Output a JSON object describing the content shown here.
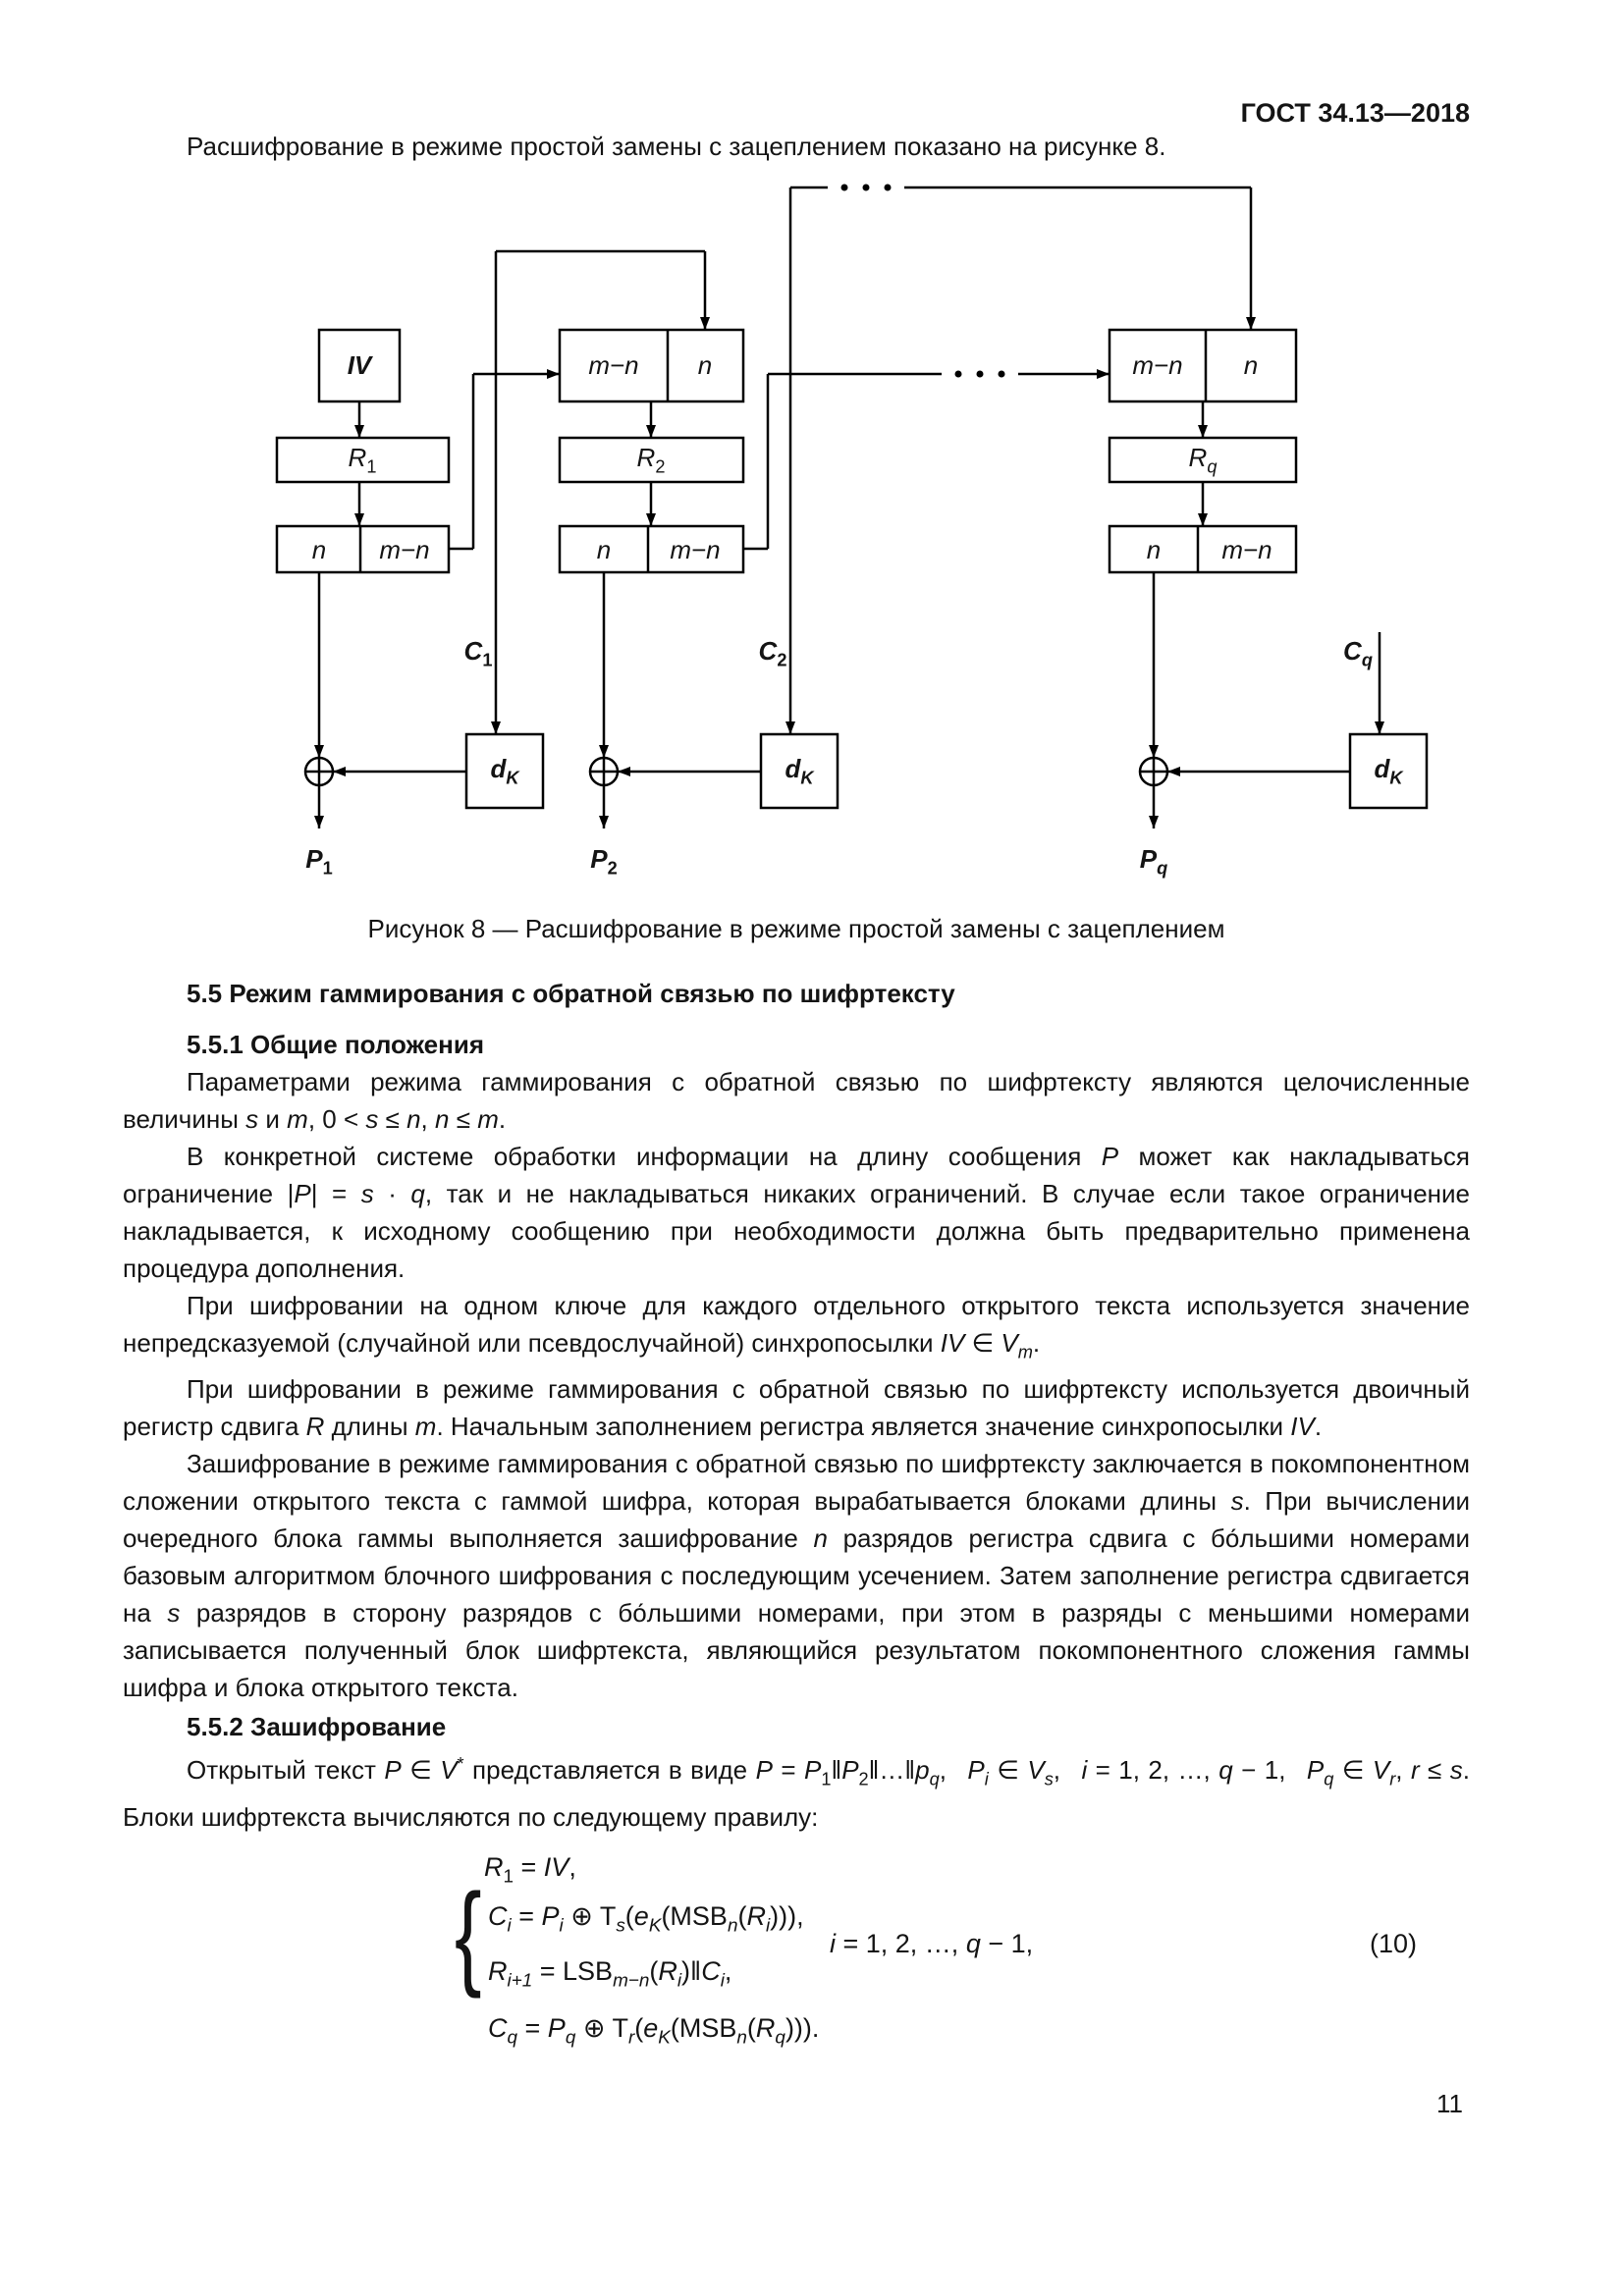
{
  "page": {
    "header": "ГОСТ 34.13—2018",
    "number": "11"
  },
  "intro": "Расшифрование в режиме простой замены с зацеплением показано на рисунке 8.",
  "figure": {
    "caption": "Рисунок 8 — Расшифрование в режиме простой замены с зацеплением",
    "labels": {
      "iv": "*IV*",
      "r1": "*R*~1~",
      "r2": "*R*~2~",
      "rq": "*R*_q_",
      "n": "*n*",
      "mn": "*m−n*",
      "c1": "*C*~1~",
      "c2": "*C*~2~",
      "cq": "*C*_q_",
      "dk": "*d*_K_",
      "p1": "*P*~1~",
      "p2": "*P*~2~",
      "pq": "*P*_q_"
    }
  },
  "sections": {
    "h55": "5.5 Режим гаммирования с обратной связью по шифртексту",
    "h551": "5.5.1 Общие положения",
    "h552": "5.5.2 Зашифрование"
  },
  "paragraphs": {
    "p1": "Параметрами режима гаммирования с обратной связью по шифртексту являются целочисленные величины *s* и *m*, 0 < *s* ≤ *n*, *n* ≤ *m*.",
    "p2": "В конкретной системе обработки информации на длину сообщения *P* может как накладываться ограничение |*P*| = *s* · *q*,  так и не накладываться никаких ограничений. В случае если такое ограничение накладывается, к исходному сообщению при необходимости должна быть предварительно применена процедура дополнения.",
    "p3": "При шифровании на одном ключе для каждого отдельного открытого текста используется значение непредсказуемой (случайной или псевдослучайной) синхропосылки *IV* ∈ *V*_m_.",
    "p4": "При шифровании в режиме гаммирования с обратной связью по шифртексту используется двоичный регистр сдвига *R* длины *m*. Начальным заполнением регистра является значение синхропосылки *IV*.",
    "p5": "Зашифрование в режиме гаммирования с обратной связью по шифртексту заключается в покомпонентном сложении открытого текста с гаммой шифра, которая вырабатывается блоками длины *s*. При вычислении очередного блока гаммы выполняется зашифрование *n* разрядов регистра сдвига с бо́льшими номерами базовым алгоритмом блочного шифрования с последующим усечением. Затем заполнение регистра сдвигается на *s* разрядов в сторону разрядов с бо́льшими номерами, при этом в разряды с меньшими номерами записывается полученный блок шифртекста, являющийся результатом покомпонентного сложения гаммы шифра и блока открытого текста.",
    "p6": "Открытый текст *P* ∈ *V*^*^ представляется в виде  *P* = *P*~1~‖*P*~2~‖…‖*p*_q_,  *P*_i_ ∈ *V*_s_,  *i* = 1, 2, …, *q* − 1,  *P*_q_ ∈ *V*_r_, *r* ≤ *s*. Блоки шифртекста вычисляются по следующему правилу:"
  },
  "formulas": {
    "line1": "*R*~1~ = *IV*,",
    "line2": "*C*_i_ = *P*_i_ ⊕ T_s_(*e*_K_(MSB_n_(*R*_i_))),",
    "line3": "*R*_i+1_ = LSB_m−n_(*R*_i_)‖*C*_i_,",
    "cond": "*i* = 1, 2, …, *q* − 1,",
    "number": "(10)",
    "line4": "*C*_q_ = *P*_q_ ⊕ T_r_(*e*_K_(MSB_n_(*R*_q_))).",
    "brace": "{"
  }
}
